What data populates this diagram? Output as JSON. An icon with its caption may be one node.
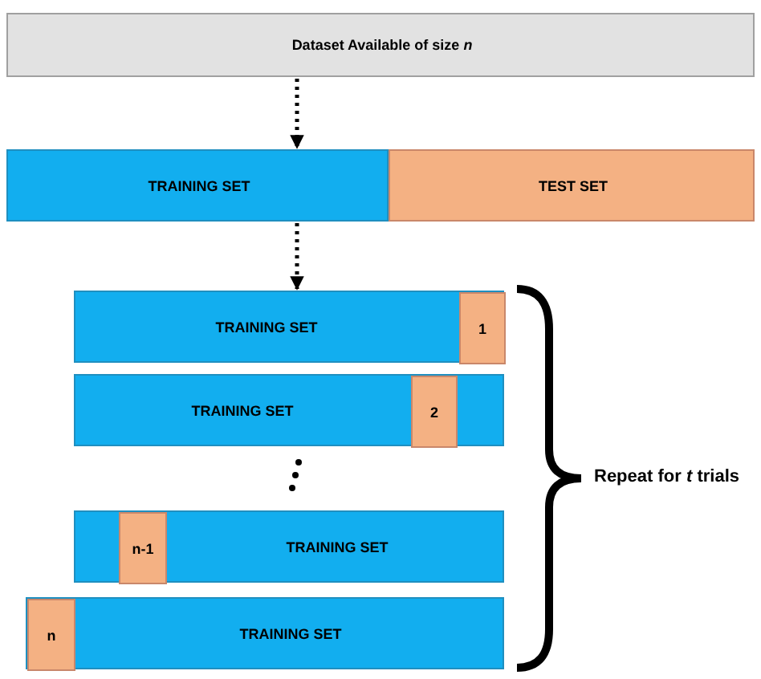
{
  "diagram": {
    "nodes": [
      {
        "text": [
          "Dataset Available of size *n*"
        ]
      },
      {
        "text": [
          "TRAINING SET"
        ]
      },
      {
        "text": [
          "TEST SET"
        ]
      },
      {
        "text": [
          "TRAINING SET"
        ]
      },
      {
        "text": [
          "1"
        ],
        "in": 3
      },
      {
        "text": [
          "TRAINING SET"
        ]
      },
      {
        "text": [
          "2"
        ],
        "in": 5
      },
      {
        "text": [
          "TRAINING SET"
        ]
      },
      {
        "text": [
          "n-1"
        ],
        "in": 7
      },
      {
        "text": [
          "TRAINING SET"
        ]
      },
      {
        "text": [
          "n"
        ],
        "in": 9
      }
    ],
    "edges": [
      {
        "from": 0,
        "to": 1,
        "arrow": "to",
        "style": "dashed"
      },
      {
        "from": 1,
        "to": 3,
        "arrow": "to",
        "style": "dashed"
      }
    ],
    "labels": [
      "Repeat for *t* trials"
    ]
  }
}
